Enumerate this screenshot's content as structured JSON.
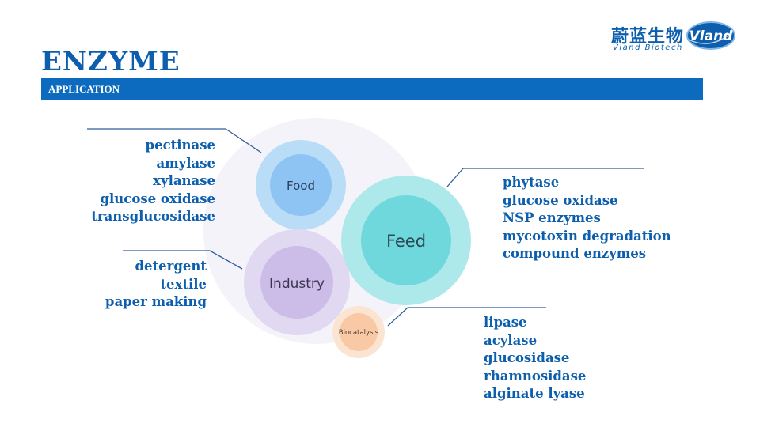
{
  "header": {
    "title": "ENZYME",
    "subtitle": "APPLICATION"
  },
  "logo": {
    "chinese": "蔚蓝生物",
    "english": "Vland  Biotech",
    "badge": "Vland"
  },
  "categories": {
    "food": "Food",
    "feed": "Feed",
    "industry": "Industry",
    "biocatalysis": "Biocatalysis"
  },
  "lists": {
    "food": [
      "pectinase",
      "amylase",
      "xylanase",
      "glucose oxidase",
      "transglucosidase"
    ],
    "feed": [
      "phytase",
      "glucose oxidase",
      "NSP enzymes",
      "mycotoxin degradation",
      "compound enzymes"
    ],
    "industry": [
      "detergent",
      "textile",
      "paper making"
    ],
    "biocatalysis": [
      "lipase",
      "acylase",
      "glucosidase",
      "rhamnosidase",
      "alginate lyase"
    ]
  },
  "colors": {
    "brand_blue": "#0d5fae",
    "band_blue": "#0d6bbf",
    "food": "#8ec4f4",
    "feed": "#6fd8dc",
    "industry": "#cbbde8",
    "biocatalysis": "#f9c9a6"
  }
}
